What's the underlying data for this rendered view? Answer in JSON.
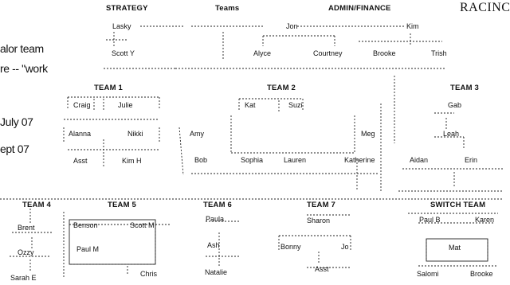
{
  "top_headers": {
    "strategy": "STRATEGY",
    "teams": "Teams",
    "administration": "ADMIN/FINANCE",
    "brand": "RACINC"
  },
  "left_labels": {
    "line1": "alor team",
    "line2": "re -- \"work",
    "line3": "July 07",
    "line4": "ept 07"
  },
  "top_names": {
    "lasky": "Lasky",
    "scott_y": "Scott Y",
    "jon": "Jon",
    "kim": "Kim",
    "alyce": "Alyce",
    "courtney": "Courtney",
    "brooke": "Brooke",
    "trish": "Trish"
  },
  "team1": {
    "title": "TEAM 1",
    "members": [
      "Craig",
      "Julie",
      "Alanna",
      "Nikki",
      "Asst",
      "Kim H"
    ]
  },
  "team2": {
    "title": "TEAM 2",
    "members": [
      "Kat",
      "Suzi",
      "Amy",
      "Meg",
      "Bob",
      "Sophia",
      "Lauren",
      "Katherine"
    ]
  },
  "team3": {
    "title": "TEAM 3",
    "members": [
      "Gab",
      "Leah",
      "Aidan",
      "Erin"
    ]
  },
  "team4": {
    "title": "TEAM 4",
    "members": [
      "Brent",
      "Ozzy",
      "Sarah E"
    ]
  },
  "team5": {
    "title": "TEAM 5",
    "members": [
      "Benson",
      "Scott M",
      "Paul M",
      "Chris"
    ]
  },
  "team6": {
    "title": "TEAM 6",
    "members": [
      "Paula",
      "Ash",
      "Natalie"
    ]
  },
  "team7": {
    "title": "TEAM 7",
    "members": [
      "Sharon",
      "Bonny",
      "Jo",
      "Asst"
    ]
  },
  "switch_team": {
    "title": "SWITCH TEAM",
    "members": [
      "Paul B",
      "Karen",
      "Mat",
      "Salomi",
      "Brooke"
    ]
  }
}
